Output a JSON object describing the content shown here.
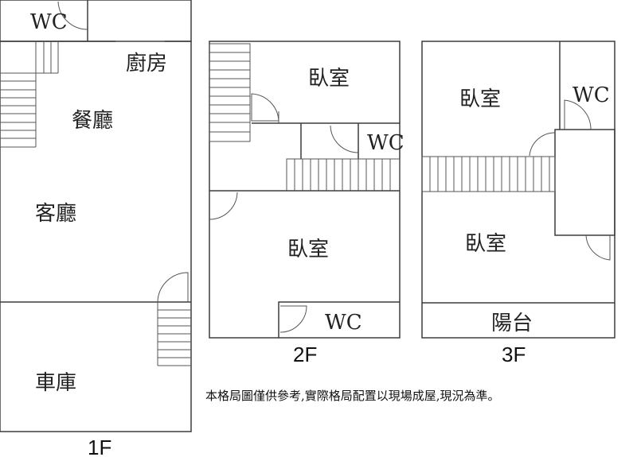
{
  "fill_color": "#b8ada6",
  "floor1": {
    "label": "1F",
    "wc": "WC",
    "kitchen": "廚房",
    "dining": "餐廳",
    "living": "客廳",
    "garage": "車庫"
  },
  "floor2": {
    "label": "2F",
    "bedroom_top": "臥室",
    "wc_mid": "WC",
    "bedroom_main": "臥室",
    "wc_bottom": "WC"
  },
  "floor3": {
    "label": "3F",
    "bedroom_top": "臥室",
    "wc": "WC",
    "bedroom_bottom": "臥室",
    "balcony": "陽台"
  },
  "note": "本格局圖僅供參考,實際格局配置以現場成屋,現況為準。"
}
